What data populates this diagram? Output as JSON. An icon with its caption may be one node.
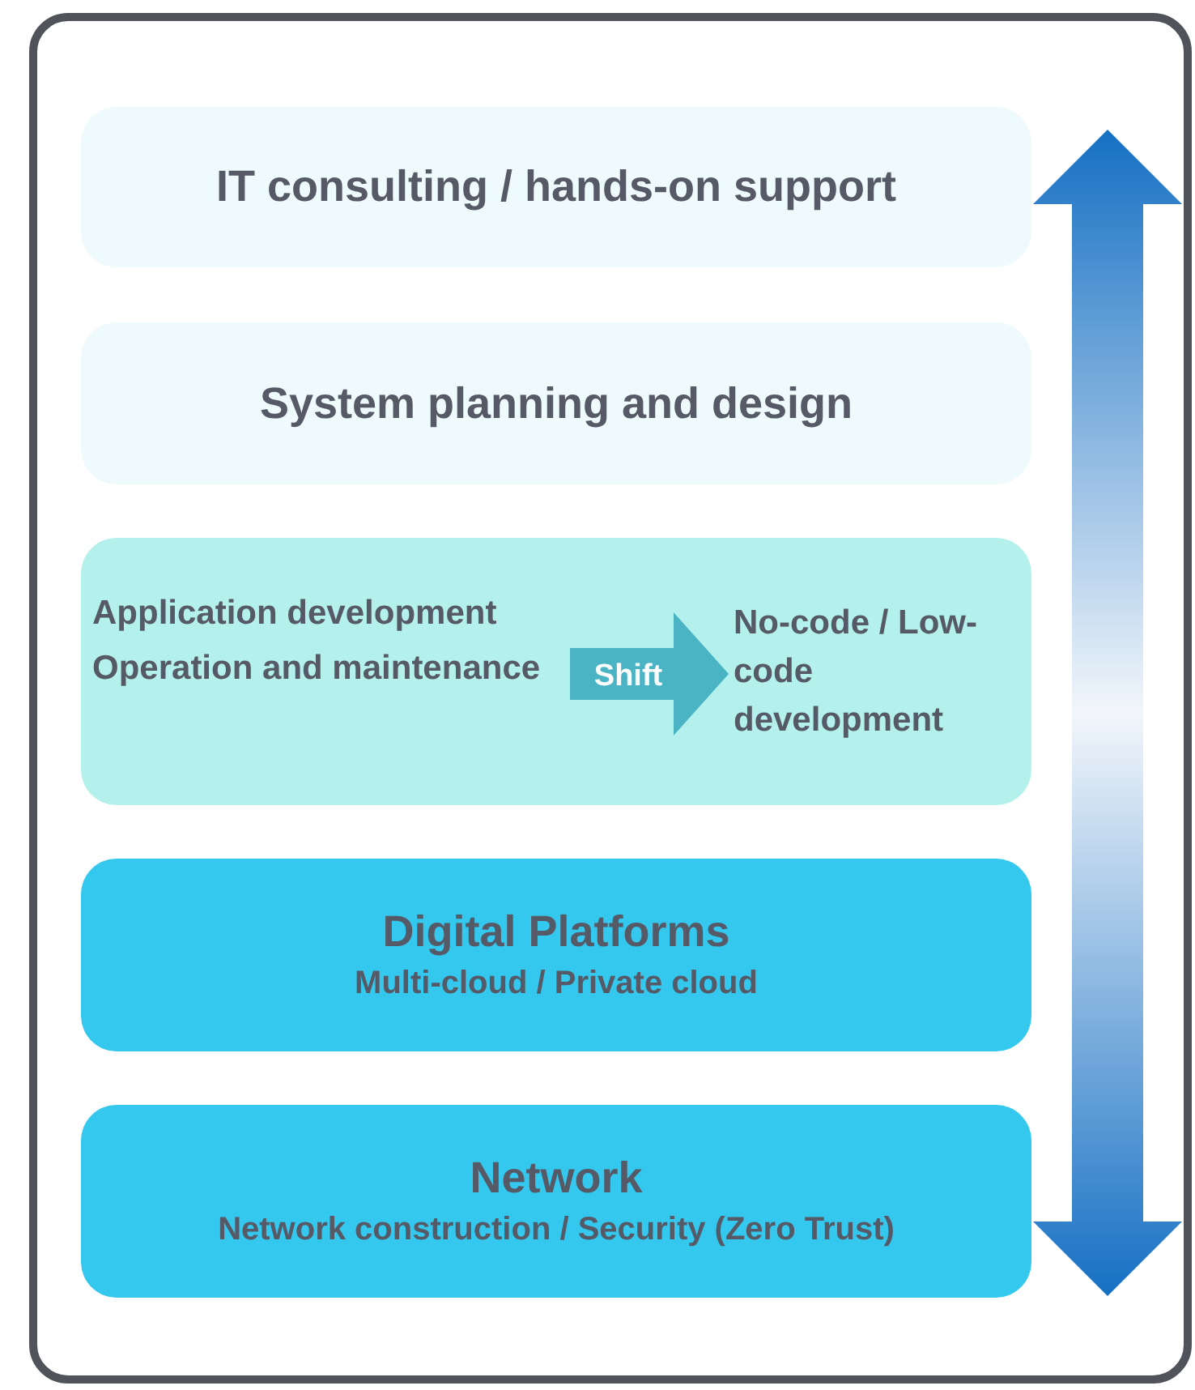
{
  "diagram": {
    "nodes": [
      {
        "text": [
          "IT consulting / hands-on support"
        ]
      },
      {
        "text": [
          "System planning and design"
        ]
      },
      {
        "text": [],
        "shape": "box"
      },
      {
        "text": [
          "Application development",
          "Operation and maintenance"
        ],
        "in": 2
      },
      {
        "text": [
          "No-code / Low-code development"
        ],
        "in": 2
      },
      {
        "text": [
          "Digital Platforms",
          "Multi-cloud / Private cloud"
        ]
      },
      {
        "text": [
          "Network",
          "Network construction / Security (Zero Trust)"
        ]
      }
    ],
    "edges": [
      {
        "from": 3,
        "to": 4,
        "arrow": "to",
        "label": "Shift"
      }
    ]
  }
}
